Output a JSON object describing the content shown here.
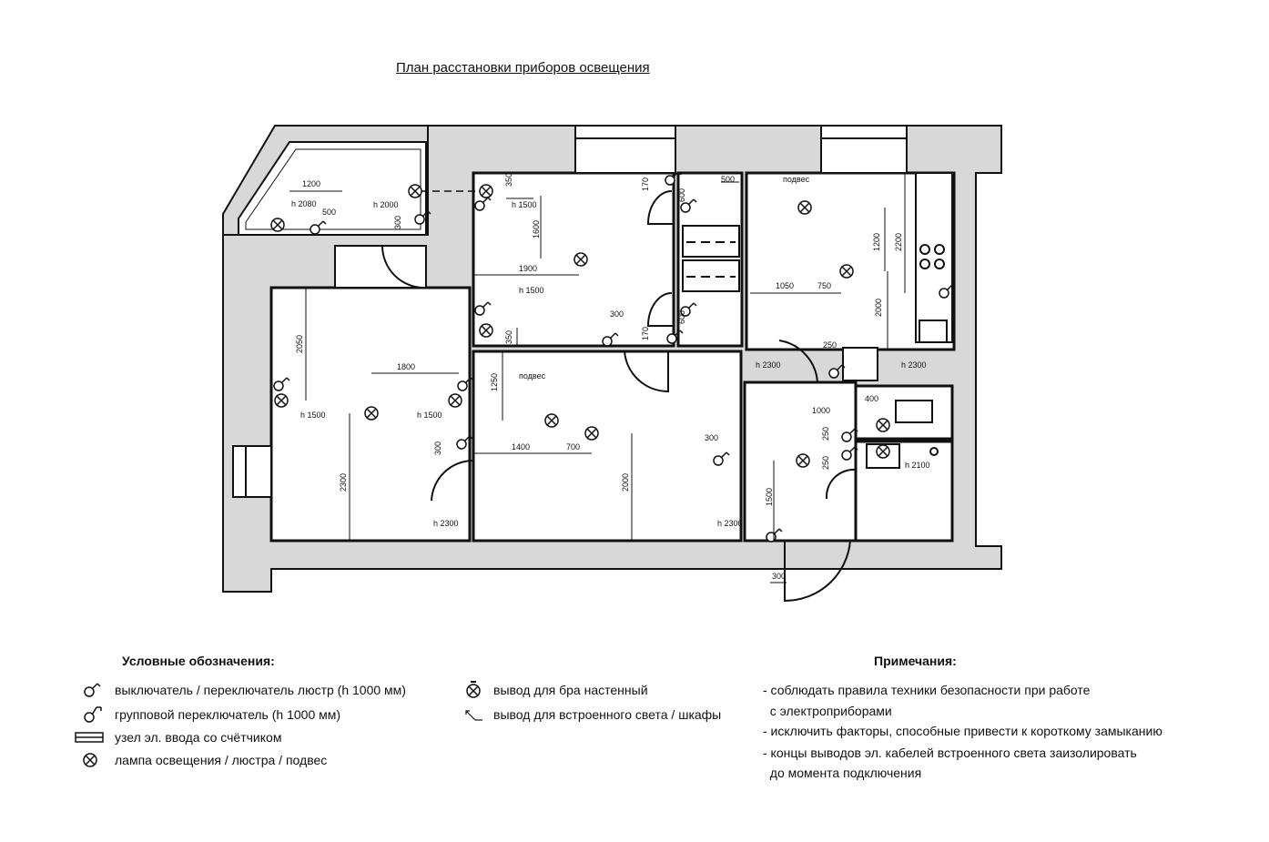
{
  "title": "План расстановки приборов освещения",
  "legend": {
    "title": "Условные обозначения:",
    "items": [
      {
        "icon": "switch-icon",
        "label": "выключатель / переключатель люстр (h 1000 мм)"
      },
      {
        "icon": "group-switch-icon",
        "label": "групповой переключатель (h 1000 мм)"
      },
      {
        "icon": "meter-node-icon",
        "label": "узел эл. ввода со счётчиком"
      },
      {
        "icon": "lamp-icon",
        "label": "лампа освещения / люстра / подвес"
      },
      {
        "icon": "wall-sconce-icon",
        "label": "вывод для бра настенный"
      },
      {
        "icon": "builtin-light-icon",
        "label": "вывод для встроенного света / шкафы"
      }
    ]
  },
  "notes": {
    "title": "Примечания:",
    "lines": [
      "- соблюдать правила техники безопасности при работе",
      "  с электроприборами",
      "- исключить факторы, способные привести к короткому замыканию",
      "- концы выводов эл. кабелей встроенного света заизолировать",
      "  до момента подключения"
    ]
  },
  "plan": {
    "dims": {
      "d1200": "1200",
      "h2080": "h 2080",
      "d500a": "500",
      "h2000": "h 2000",
      "d300a": "300",
      "d350a": "350",
      "h1500a": "h 1500",
      "d1600": "1600",
      "d1900": "1900",
      "h1500b": "h 1500",
      "d350b": "350",
      "d300b": "300",
      "d170a": "170",
      "d600a": "600",
      "d500b": "500",
      "d600b": "600",
      "d170b": "170",
      "podves1": "подвес",
      "d1200b": "1200",
      "d2200": "2200",
      "d1050": "1050",
      "d750": "750",
      "d2000a": "2000",
      "d250a": "250",
      "h2300a": "h 2300",
      "h2300b": "h 2300",
      "d2050": "2050",
      "d1800": "1800",
      "h1500c": "h 1500",
      "h1500d": "h 1500",
      "d1250": "1250",
      "podves2": "подвес",
      "d300c": "300",
      "d1400": "1400",
      "d700": "700",
      "d2300": "2300",
      "d2000b": "2000",
      "h2300c": "h 2300",
      "d300d": "300",
      "h2300d": "h 2300",
      "d400": "400",
      "d1000": "1000",
      "d250b": "250",
      "d250c": "250",
      "h2100": "h 2100",
      "d1500": "1500",
      "d300e": "300"
    }
  }
}
